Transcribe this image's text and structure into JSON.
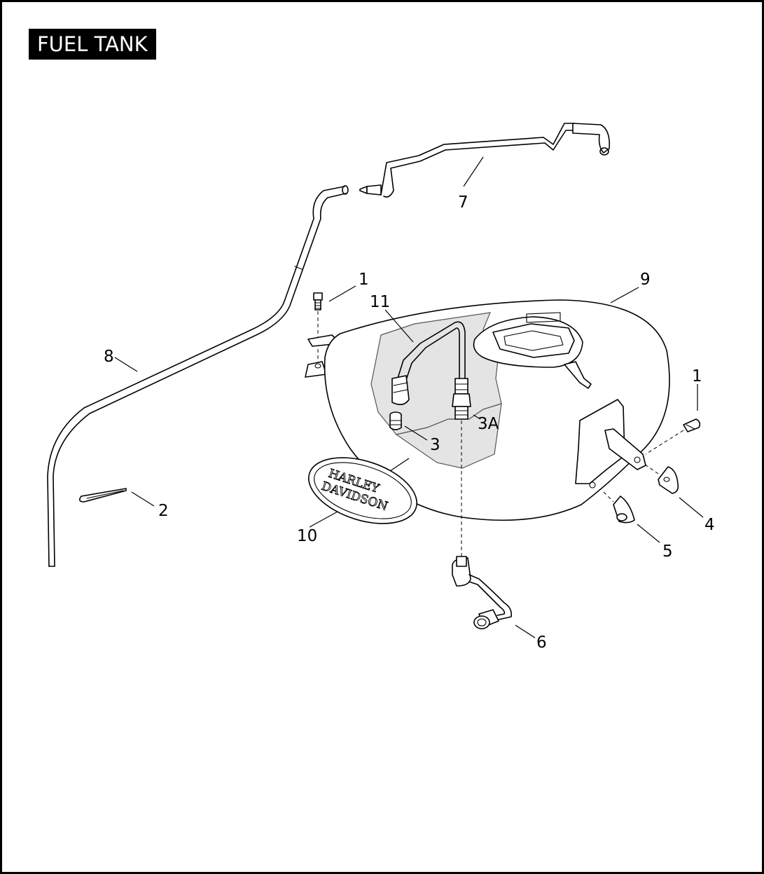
{
  "title": "FUEL TANK",
  "callouts": [
    {
      "id": "c1a",
      "label": "1"
    },
    {
      "id": "c1b",
      "label": "1"
    },
    {
      "id": "c2",
      "label": "2"
    },
    {
      "id": "c3",
      "label": "3"
    },
    {
      "id": "c3a",
      "label": "3A"
    },
    {
      "id": "c4",
      "label": "4"
    },
    {
      "id": "c5",
      "label": "5"
    },
    {
      "id": "c6",
      "label": "6"
    },
    {
      "id": "c7",
      "label": "7"
    },
    {
      "id": "c8",
      "label": "8"
    },
    {
      "id": "c9",
      "label": "9"
    },
    {
      "id": "c10",
      "label": "10"
    },
    {
      "id": "c11",
      "label": "11"
    }
  ],
  "emblem": {
    "line1": "HARLEY",
    "line2": "DAVIDSON"
  }
}
